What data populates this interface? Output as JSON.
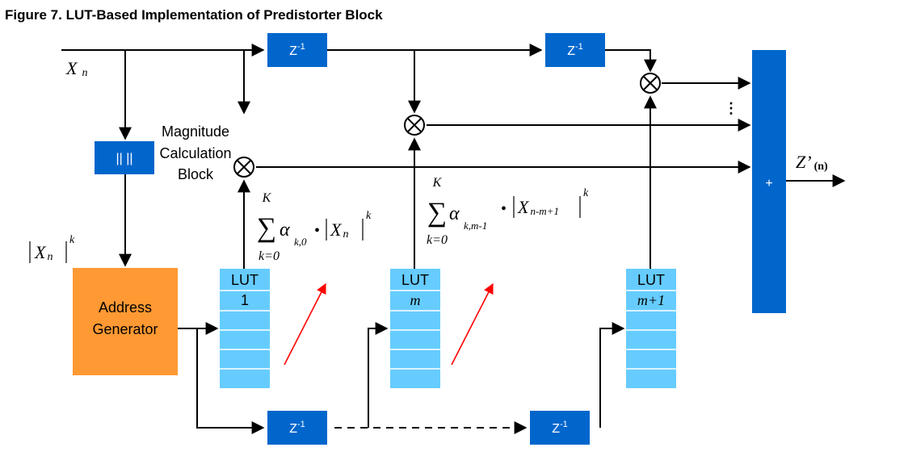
{
  "title": "Figure 7.  LUT-Based Implementation of Predistorter Block",
  "input_label": {
    "x": "X",
    "sub": "n"
  },
  "delay_label": {
    "z": "Z",
    "exp": "-1"
  },
  "magnitude_block": {
    "symbol": "|| ||",
    "line1": "Magnitude",
    "line2": "Calculation",
    "line3": "Block"
  },
  "magnitude_output": {
    "x": "X",
    "sub": "n",
    "exp": "k"
  },
  "address_generator": {
    "line1": "Address",
    "line2": "Generator"
  },
  "luts": [
    {
      "header": "LUT",
      "index": "1"
    },
    {
      "header": "LUT",
      "index": "m"
    },
    {
      "header": "LUT",
      "index": "m+1"
    }
  ],
  "sum_upper": "K",
  "sum_lower": "k=0",
  "formula1": {
    "alpha_sub": "k,0",
    "x": "X",
    "x_sub": "n",
    "exp": "k"
  },
  "formula2": {
    "alpha_sub": "k,m-1",
    "x": "X",
    "x_sub": "n-m+1",
    "exp": "k"
  },
  "adder": {
    "symbol": "+"
  },
  "output_label": {
    "z": "Z’",
    "sub": "(n)"
  },
  "ellipsis": "⋮",
  "colors": {
    "blue_box": "#0066cc",
    "lut_fill": "#66ccff",
    "address_fill": "#ff9933",
    "arrow_red": "#ff0000"
  }
}
